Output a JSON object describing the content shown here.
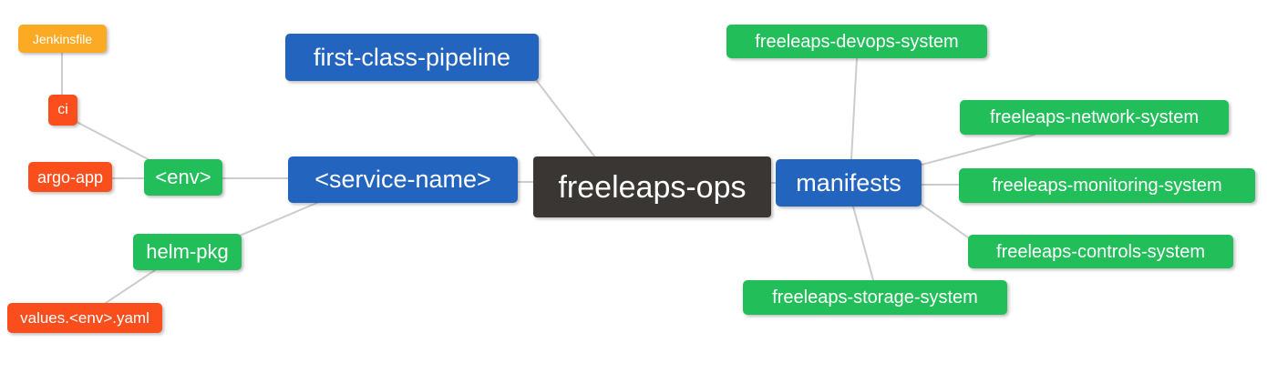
{
  "mindmap": {
    "root": {
      "label": "freeleaps-ops"
    },
    "left": {
      "first_class_pipeline": {
        "label": "first-class-pipeline"
      },
      "service_name": {
        "label": "<service-name>",
        "children": {
          "env": {
            "label": "<env>",
            "children": {
              "ci": {
                "label": "ci",
                "children": {
                  "jenkinsfile": {
                    "label": "Jenkinsfile"
                  }
                }
              },
              "argo_app": {
                "label": "argo-app"
              }
            }
          },
          "helm_pkg": {
            "label": "helm-pkg",
            "children": {
              "values_env_yaml": {
                "label": "values.<env>.yaml"
              }
            }
          }
        }
      }
    },
    "right": {
      "manifests": {
        "label": "manifests",
        "children": {
          "devops_system": {
            "label": "freeleaps-devops-system"
          },
          "network_system": {
            "label": "freeleaps-network-system"
          },
          "monitoring_system": {
            "label": "freeleaps-monitoring-system"
          },
          "controls_system": {
            "label": "freeleaps-controls-system"
          },
          "storage_system": {
            "label": "freeleaps-storage-system"
          }
        }
      }
    },
    "edges": [
      {
        "from": "jenkinsfile",
        "to": "ci"
      },
      {
        "from": "ci",
        "to": "env"
      },
      {
        "from": "argo_app",
        "to": "env"
      },
      {
        "from": "env",
        "to": "service_name"
      },
      {
        "from": "helm_pkg",
        "to": "service_name"
      },
      {
        "from": "values_env_yaml",
        "to": "helm_pkg"
      },
      {
        "from": "first_class_pipeline",
        "to": "root"
      },
      {
        "from": "service_name",
        "to": "root"
      },
      {
        "from": "root",
        "to": "manifests"
      },
      {
        "from": "manifests",
        "to": "devops_system"
      },
      {
        "from": "manifests",
        "to": "network_system"
      },
      {
        "from": "manifests",
        "to": "monitoring_system"
      },
      {
        "from": "manifests",
        "to": "controls_system"
      },
      {
        "from": "manifests",
        "to": "storage_system"
      }
    ]
  },
  "colors": {
    "blue": "#2264BE",
    "green": "#22BE5A",
    "orange": "#FAAA23",
    "red": "#FB4E1D",
    "dark": "#3A3633",
    "edge": "#CCCCCC",
    "text": "#FFFFFF",
    "bg": "#FFFFFF"
  }
}
